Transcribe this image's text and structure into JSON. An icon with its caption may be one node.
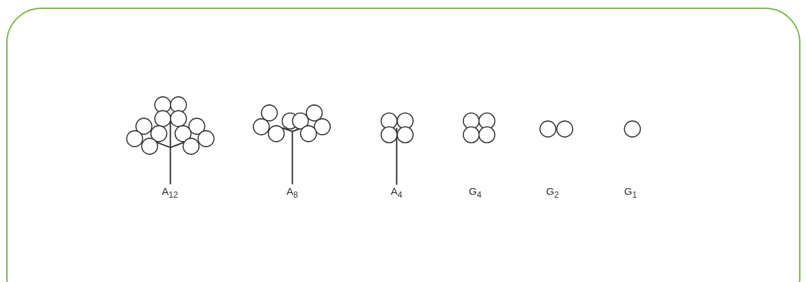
{
  "diagram": {
    "labels": [
      "A$_{12}$",
      "A$_{8}$",
      "A$_{4}$",
      "G$_{4}$",
      "G$_{2}$",
      "G$_{1}$"
    ]
  }
}
